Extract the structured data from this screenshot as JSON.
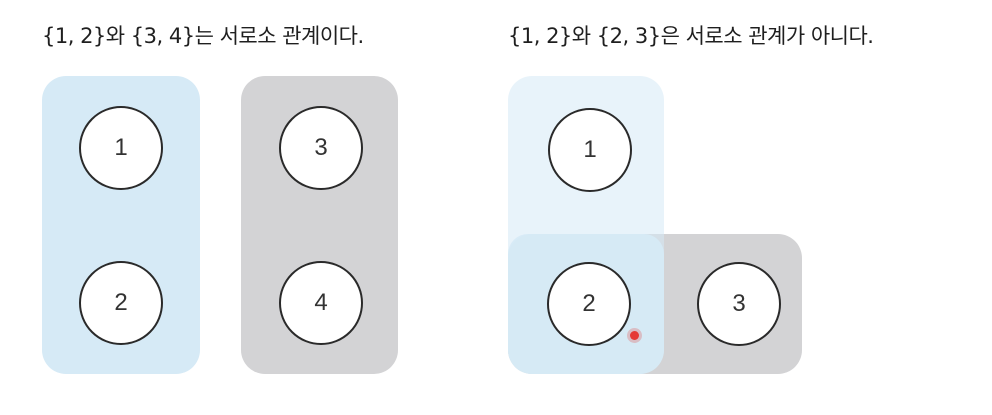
{
  "left": {
    "caption": "{1, 2}와 {3, 4}는 서로소 관계이다.",
    "group_a": {
      "nodes": [
        "1",
        "2"
      ]
    },
    "group_b": {
      "nodes": [
        "3",
        "4"
      ]
    }
  },
  "right": {
    "caption": "{1, 2}와 {2, 3}은 서로소 관계가 아니다.",
    "group_a": {
      "nodes": [
        "1",
        "2"
      ]
    },
    "group_b": {
      "nodes": [
        "2",
        "3"
      ]
    }
  },
  "colors": {
    "set_blue": "#d6eaf6",
    "set_gray": "#d3d3d5",
    "node_border": "#2a2a2a",
    "cursor": "#e53935"
  }
}
